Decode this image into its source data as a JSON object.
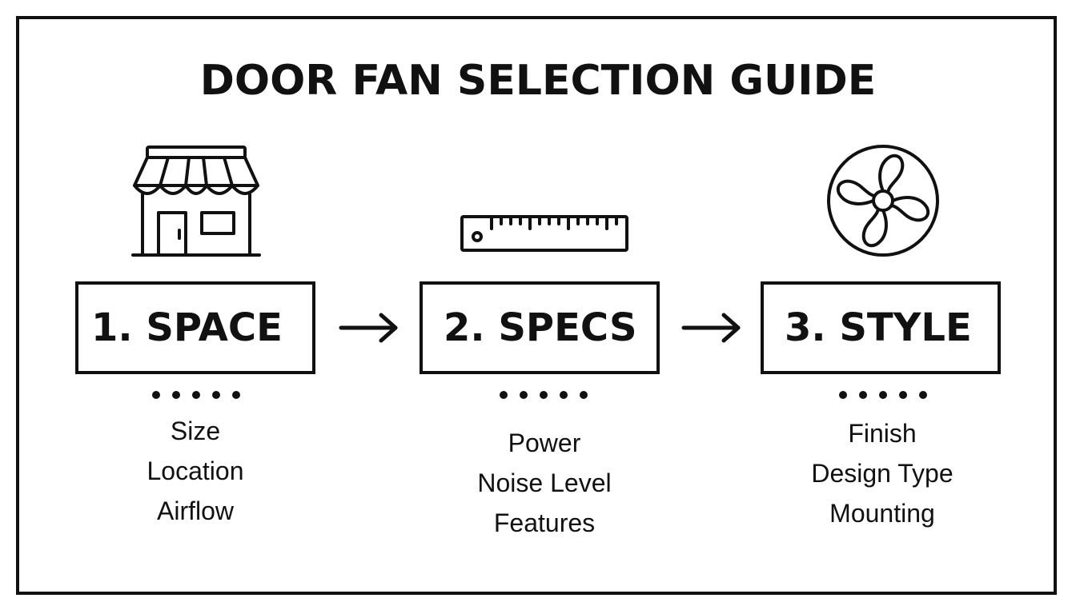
{
  "title": "DOOR FAN SELECTION GUIDE",
  "steps": [
    {
      "label": "1. SPACE",
      "icon": "storefront-icon",
      "details": [
        "Size",
        "Location",
        "Airflow"
      ]
    },
    {
      "label": "2. SPECS",
      "icon": "ruler-icon",
      "details": [
        "Power",
        "Noise Level",
        "Features"
      ]
    },
    {
      "label": "3. STYLE",
      "icon": "fan-icon",
      "details": [
        "Finish",
        "Design Type",
        "Mounting"
      ]
    }
  ],
  "connector_icon": "arrow-right-icon",
  "separator_icon": "dots-icon",
  "colors": {
    "stroke": "#111111",
    "background": "#ffffff"
  }
}
